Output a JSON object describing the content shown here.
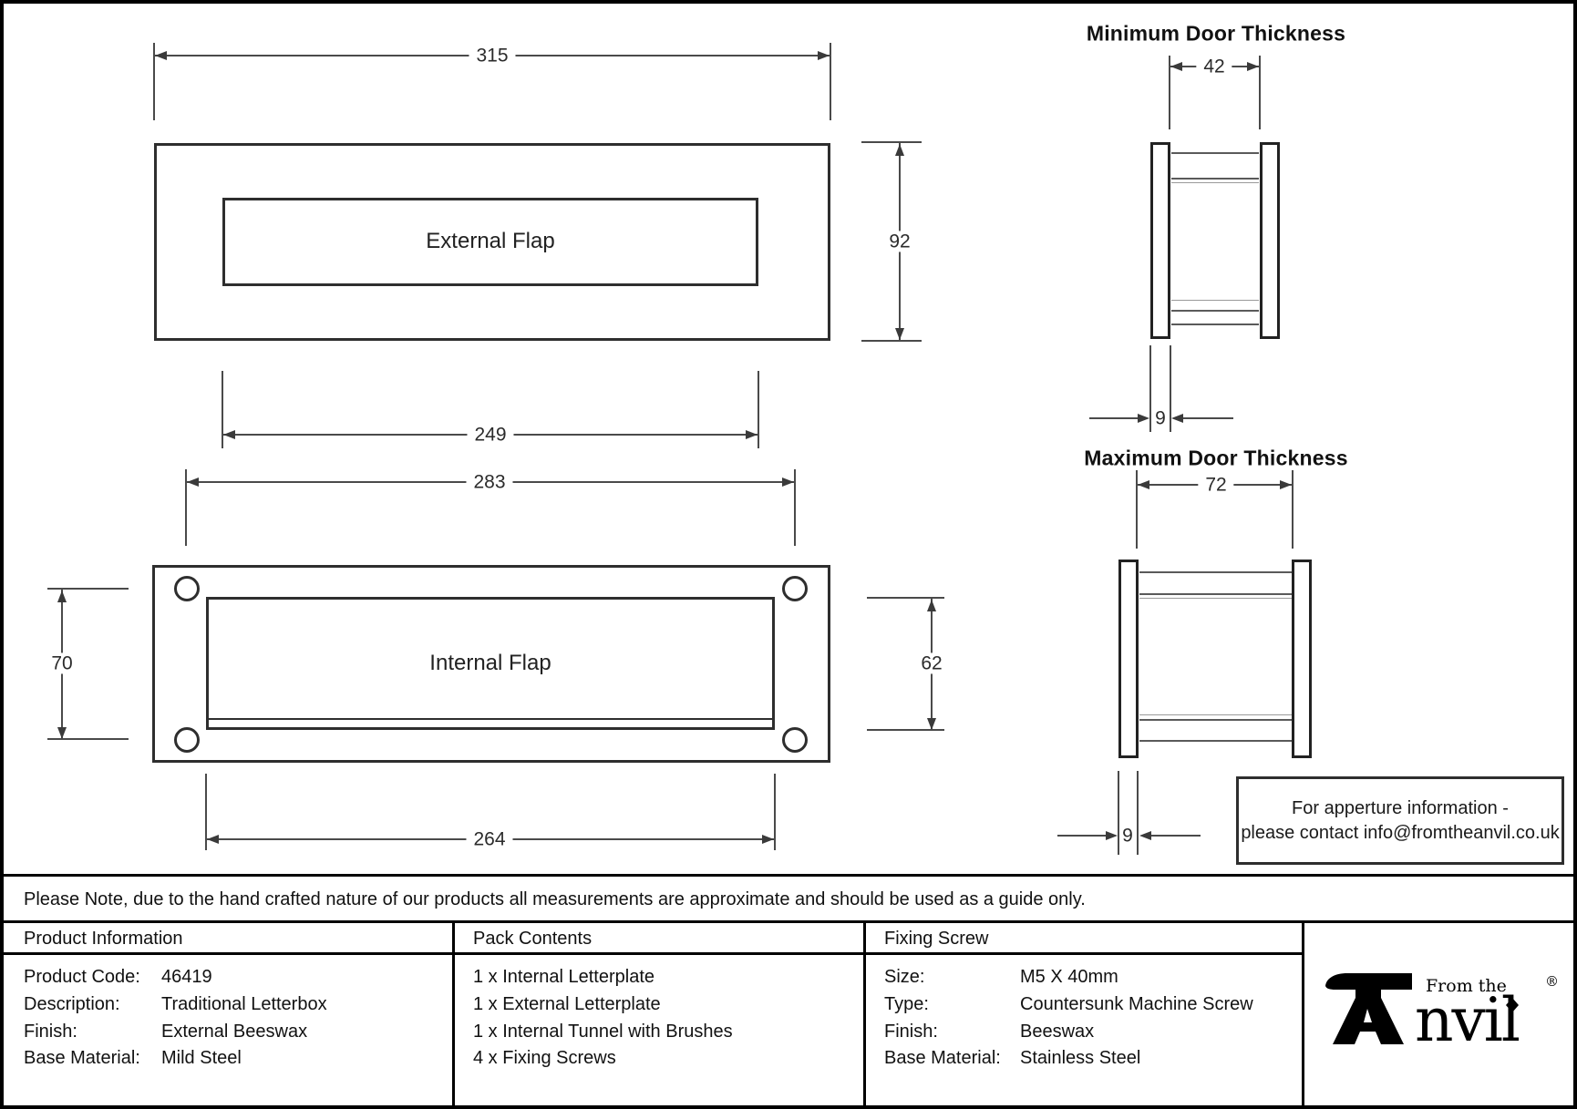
{
  "drawings": {
    "external_flap": {
      "label": "External Flap"
    },
    "internal_flap": {
      "label": "Internal Flap"
    },
    "min_door": {
      "title": "Minimum Door Thickness"
    },
    "max_door": {
      "title": "Maximum Door Thickness"
    }
  },
  "dimensions": {
    "d315": "315",
    "d92": "92",
    "d249": "249",
    "d283": "283",
    "d264": "264",
    "d70": "70",
    "d62": "62",
    "d42": "42",
    "d72": "72",
    "d9_min": "9",
    "d9_max": "9"
  },
  "note_box": {
    "line1": "For apperture information -",
    "line2": "please contact info@fromtheanvil.co.uk"
  },
  "disclaimer": "Please Note, due to the hand crafted nature of our products all measurements are approximate and should be used as a guide only.",
  "table": {
    "product_info": {
      "header": "Product Information",
      "rows": [
        {
          "label": "Product Code:",
          "value": "46419"
        },
        {
          "label": "Description:",
          "value": "Traditional Letterbox"
        },
        {
          "label": "Finish:",
          "value": "External Beeswax"
        },
        {
          "label": "Base Material:",
          "value": "Mild Steel"
        }
      ]
    },
    "pack_contents": {
      "header": "Pack Contents",
      "items": [
        "1 x Internal Letterplate",
        "1 x External Letterplate",
        "1 x Internal Tunnel with Brushes",
        "4 x Fixing Screws"
      ]
    },
    "fixing_screw": {
      "header": "Fixing Screw",
      "rows": [
        {
          "label": "Size:",
          "value": "M5 X 40mm"
        },
        {
          "label": "Type:",
          "value": "Countersunk Machine Screw"
        },
        {
          "label": "Finish:",
          "value": "Beeswax"
        },
        {
          "label": "Base Material:",
          "value": "Stainless Steel"
        }
      ]
    },
    "logo": {
      "prefix": "From the",
      "brand_suffix": "nvil",
      "registered": "®"
    }
  },
  "colors": {
    "line": "#2e2e2e",
    "dim_line": "#4a4a4a",
    "thin_line": "#8c8c8c",
    "text": "#1a1a1a"
  }
}
